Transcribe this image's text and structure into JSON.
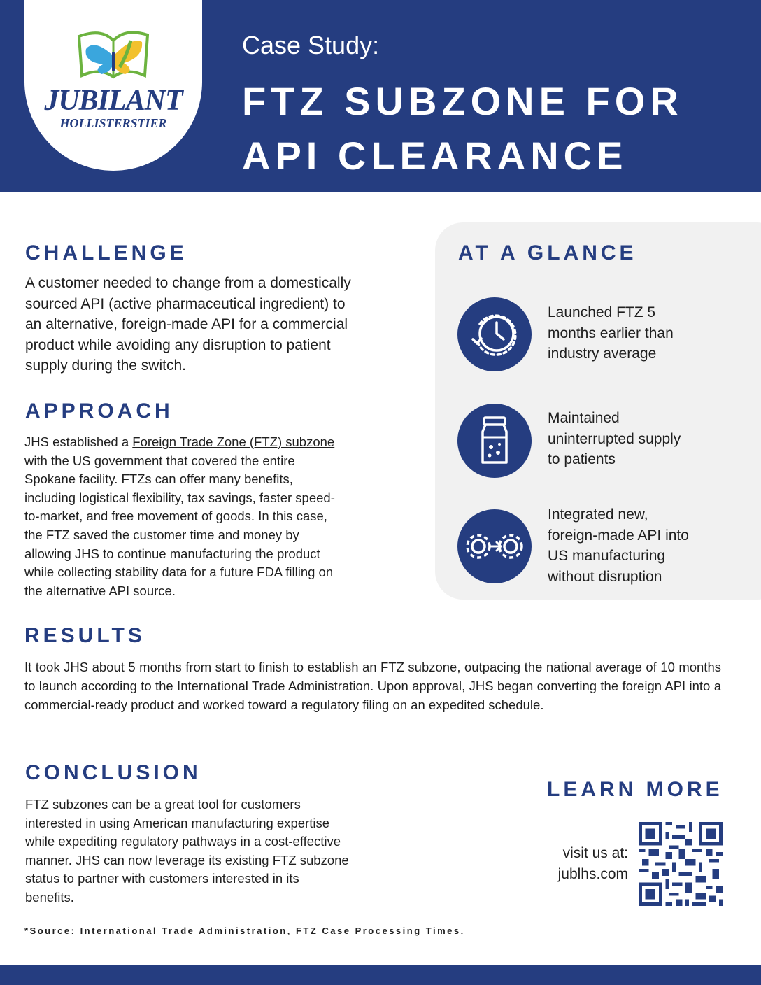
{
  "header": {
    "kicker": "Case Study:",
    "title_line1": "FTZ SUBZONE FOR",
    "title_line2": "API CLEARANCE",
    "logo_line1": "JUBILANT",
    "logo_line2": "HOLLISTERSTIER",
    "logo_icon": "butterfly-book-logo",
    "brand_color": "#253d80"
  },
  "challenge": {
    "heading": "CHALLENGE",
    "lines": [
      "A customer needed to change from a domestically",
      "sourced API (active pharmaceutical ingredient) to",
      "an alternative, foreign-made API for a commercial",
      "product while avoiding any disruption to patient",
      "supply during the switch."
    ]
  },
  "approach": {
    "heading": "APPROACH",
    "intro": "JHS established a ",
    "link_text": "Foreign Trade Zone (FTZ) subzone",
    "lines": [
      "with the US government that covered the entire",
      "Spokane facility. FTZs can offer many benefits,",
      "including logistical flexibility, tax savings, faster speed-",
      "to-market, and free movement of goods. In this case,",
      "the FTZ saved the customer time and money by",
      "allowing JHS to continue manufacturing the product",
      "while collecting stability data for a future FDA filling on",
      "the alternative API source."
    ]
  },
  "glance": {
    "heading": "AT A GLANCE",
    "items": [
      {
        "icon": "clock-icon",
        "lines": [
          "Launched FTZ 5",
          "months earlier than",
          "industry average"
        ]
      },
      {
        "icon": "vial-icon",
        "lines": [
          "Maintained",
          "uninterrupted supply",
          "to patients"
        ]
      },
      {
        "icon": "gears-icon",
        "lines": [
          "Integrated new,",
          "foreign-made API into",
          "US manufacturing",
          "without disruption"
        ]
      }
    ]
  },
  "results": {
    "heading": "RESULTS",
    "text": "It took JHS about 5 months from start to finish to establish an FTZ subzone, outpacing the national average of 10 months to launch according to the International Trade Administration. Upon approval, JHS began converting the foreign API into a commercial-ready product and worked toward a regulatory filing on an expedited schedule."
  },
  "conclusion": {
    "heading": "CONCLUSION",
    "lines": [
      "FTZ subzones can be a great tool for customers",
      "interested in using American manufacturing expertise",
      "while expediting regulatory pathways in a cost-effective",
      "manner. JHS can now leverage its existing FTZ subzone",
      "status to partner with customers interested in its",
      "benefits."
    ]
  },
  "learn_more": {
    "heading": "LEARN MORE",
    "visit_label": "visit us at:",
    "url": "jublhs.com",
    "qr_icon": "qr-code-icon"
  },
  "footnote": "*Source: International Trade Administration, FTZ Case Processing Times."
}
